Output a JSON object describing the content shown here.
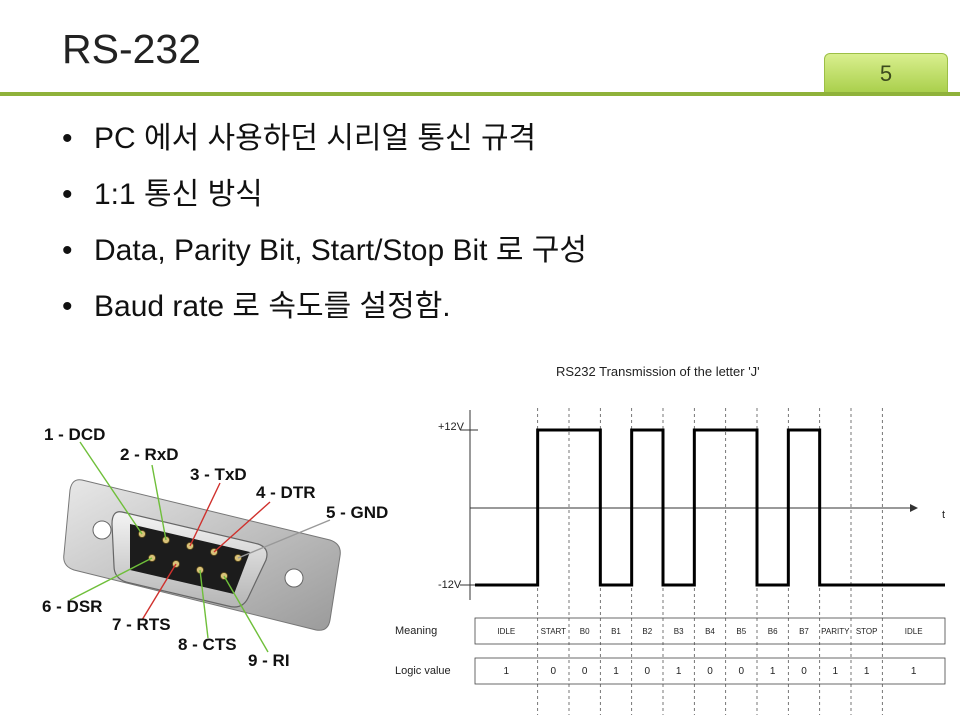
{
  "slide": {
    "title": "RS-232",
    "page_number": "5",
    "bullets": [
      "PC 에서 사용하던 시리얼 통신 규격",
      "1:1 통신 방식",
      "Data, Parity Bit, Start/Stop Bit 로 구성",
      "Baud rate 로 속도를 설정함."
    ],
    "bullet_glyph": "•"
  },
  "connector": {
    "pins": [
      "1 - DCD",
      "2 - RxD",
      "3 - TxD",
      "4 - DTR",
      "5 - GND",
      "6 - DSR",
      "7 - RTS",
      "8 - CTS",
      "9 - RI"
    ],
    "colors": {
      "wire_green": "#6fbf3a",
      "wire_red": "#d0312d",
      "wire_gray": "#999999"
    }
  },
  "timing": {
    "title": "RS232 Transmission of the letter 'J'",
    "y_high": "+12V",
    "y_low": "-12V",
    "axis_label": "t",
    "row_labels": {
      "meaning": "Meaning",
      "logic": "Logic value"
    },
    "meaning": [
      "IDLE",
      "START",
      "B0",
      "B1",
      "B2",
      "B3",
      "B4",
      "B5",
      "B6",
      "B7",
      "PARITY",
      "STOP",
      "IDLE"
    ],
    "logic": [
      "1",
      "0",
      "0",
      "1",
      "0",
      "1",
      "0",
      "0",
      "1",
      "0",
      "1",
      "1",
      "1"
    ]
  }
}
